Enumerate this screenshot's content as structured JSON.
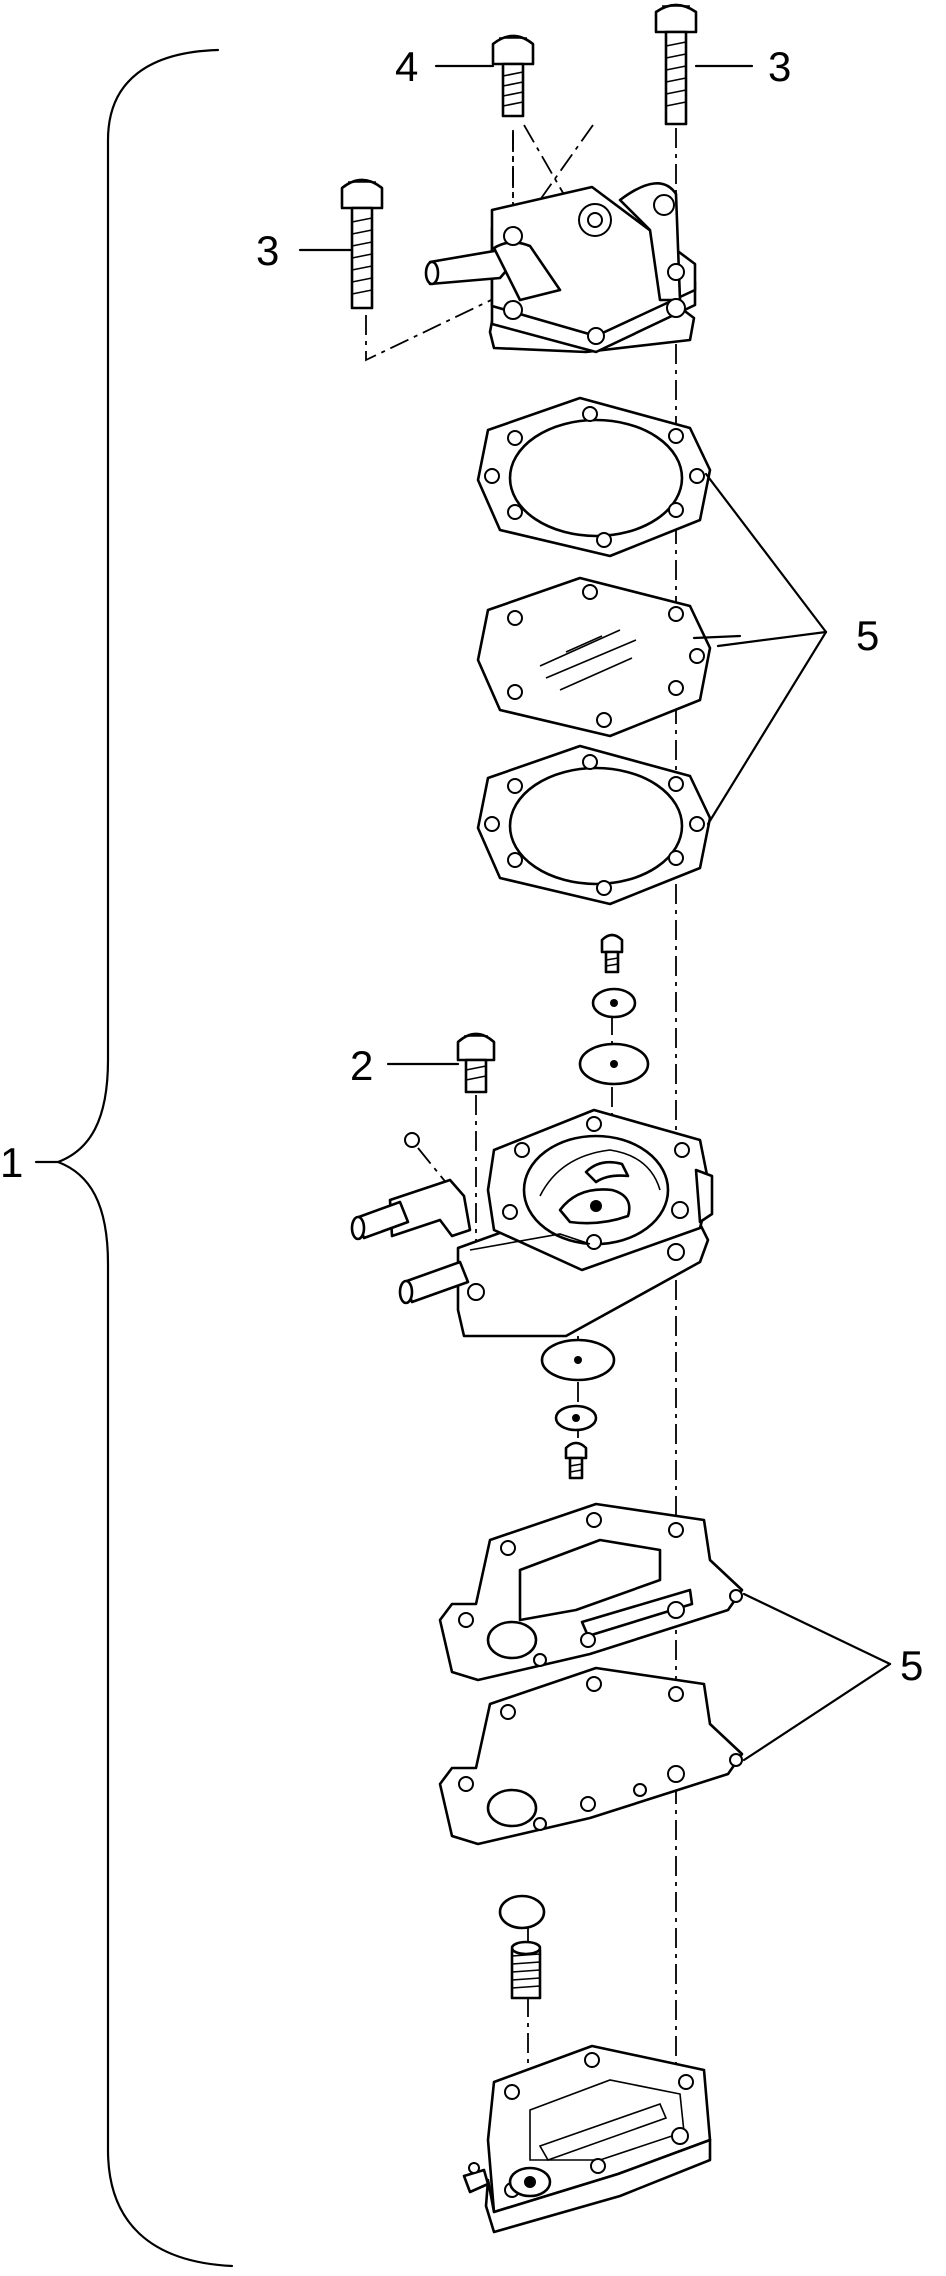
{
  "callouts": {
    "assembly": "1",
    "screw_a": "2",
    "screw_b_left": "3",
    "screw_b_right": "3",
    "screw_c": "4",
    "gaskets_upper": "5",
    "gaskets_lower": "5"
  }
}
